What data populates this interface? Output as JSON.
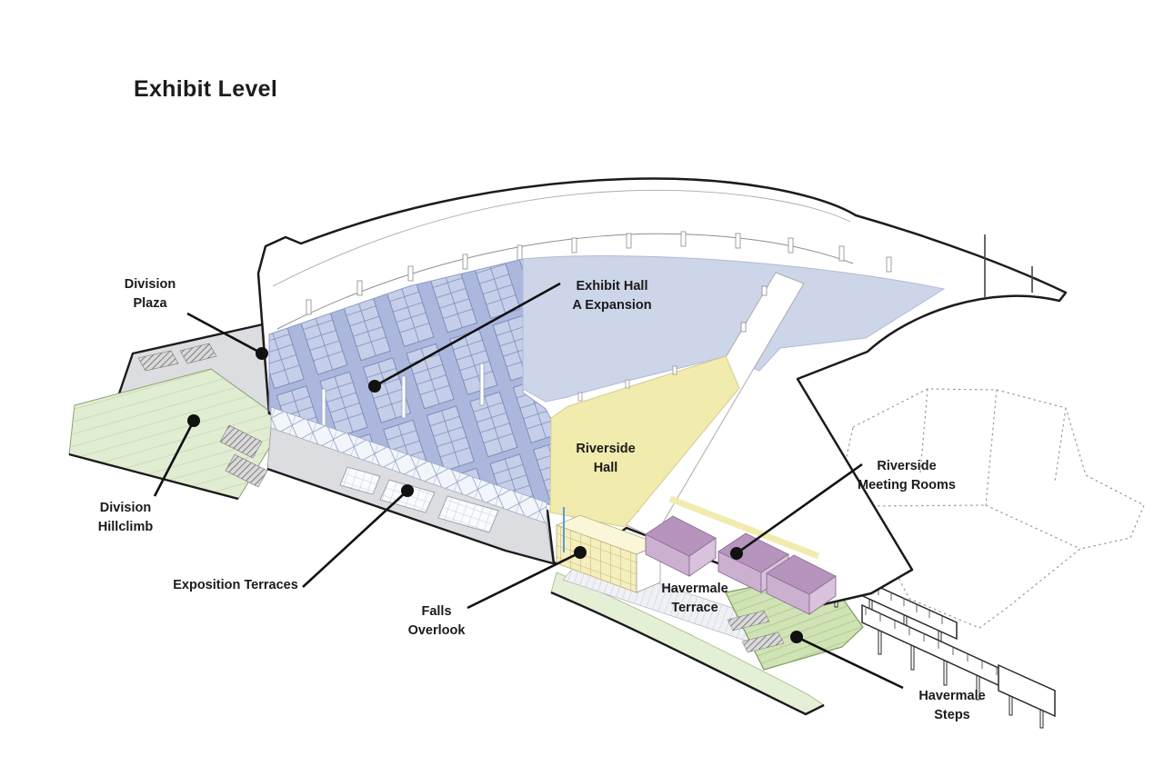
{
  "title": "Exhibit Level",
  "labels": {
    "division_plaza": {
      "text": "Division\nPlaza"
    },
    "division_hillclimb": {
      "text": "Division\nHillclimb"
    },
    "exposition_terraces": {
      "text": "Exposition Terraces"
    },
    "exhibit_hall_a_expansion": {
      "text": "Exhibit Hall\nA Expansion"
    },
    "riverside_hall": {
      "text": "Riverside\nHall"
    },
    "falls_overlook": {
      "text": "Falls\nOverlook"
    },
    "havermale_terrace": {
      "text": "Havermale\nTerrace"
    },
    "riverside_meeting_rooms": {
      "text": "Riverside\nMeeting Rooms"
    },
    "havermale_steps": {
      "text": "Havermale\nSteps"
    }
  },
  "colors": {
    "exhibit_floor": "#abb7dc",
    "exhibit_booth": "#c6cfe9",
    "exhibit_expansion": "#cdd5e9",
    "riverside_hall": "#f1ebae",
    "falls_overlook": "#f5efbe",
    "meeting_rooms": "#b794bd",
    "meeting_rooms_front": "#d9c2dc",
    "hillclimb_green": "#e0edd2",
    "steps_green": "#cfe3b4",
    "riverwalk_green": "#e4f0d6",
    "plaza_gray": "#dcdde0",
    "terrace_paving": "#f0f1f5",
    "outline_black": "#1b1b1b",
    "leader_black": "#111111",
    "elevator_blue": "#5b9bd5"
  }
}
